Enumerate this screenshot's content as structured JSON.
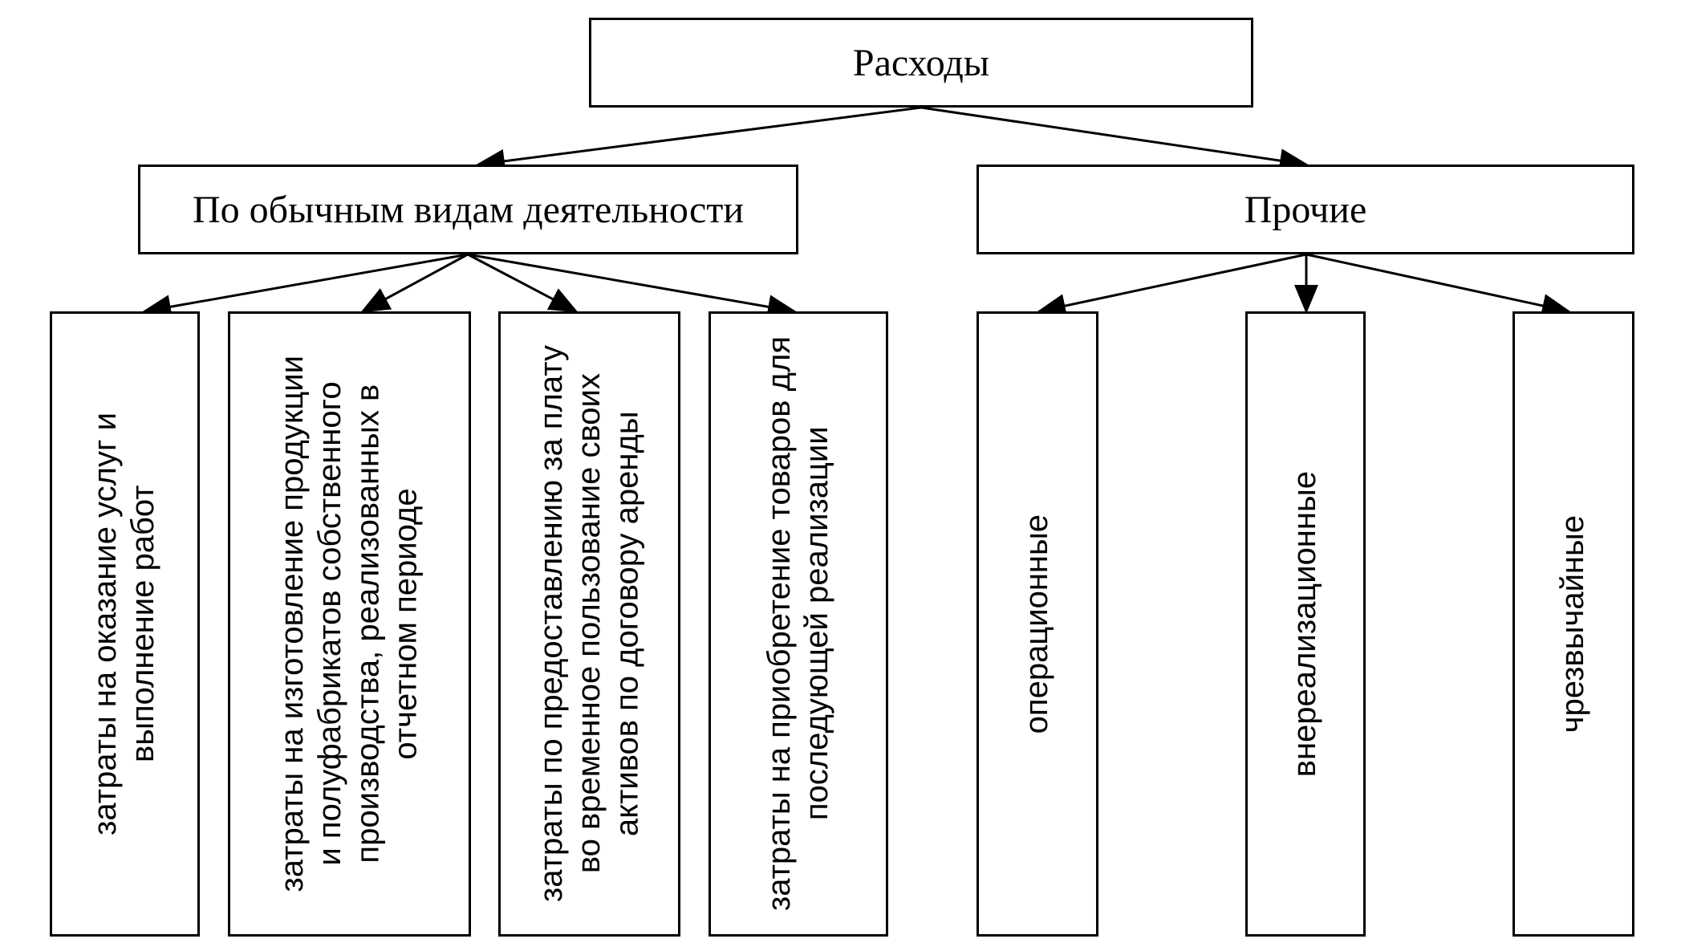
{
  "diagram": {
    "root": {
      "label": "Расходы"
    },
    "categories": {
      "ordinary": {
        "label": "По обычным видам деятельности",
        "items": [
          {
            "label": "затраты на оказание услуг и\nвыполнение работ"
          },
          {
            "label": "затраты на изготовление продукции\nи полуфабрикатов собственного\nпроизводства, реализованных в\nотчетном периоде"
          },
          {
            "label": "затраты по предоставлению за плату\nво временное пользование своих\nактивов по договору аренды"
          },
          {
            "label": "затраты на приобретение товаров для\nпоследующей реализации"
          }
        ]
      },
      "other": {
        "label": "Прочие",
        "items": [
          {
            "label": "операционные"
          },
          {
            "label": "внереализационные"
          },
          {
            "label": "чрезвычайные"
          }
        ]
      }
    }
  }
}
